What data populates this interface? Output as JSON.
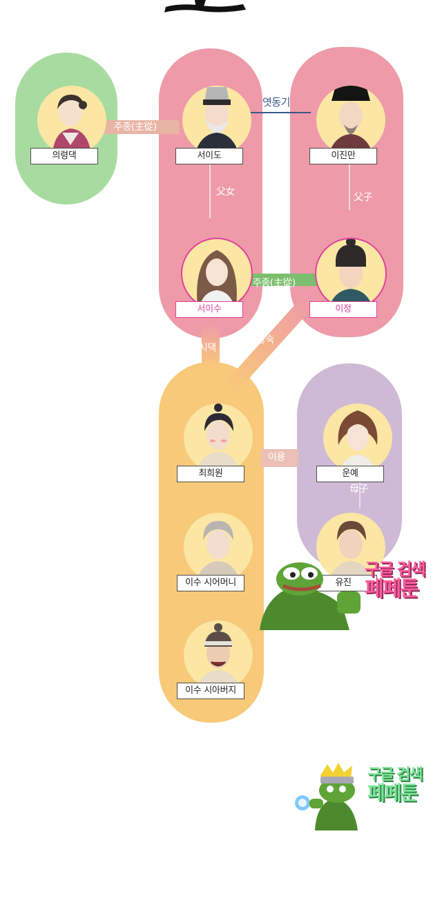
{
  "colors": {
    "green_group": "#a8dba0",
    "pink_group": "#ee9aa8",
    "orange_group": "#f8c978",
    "lavender_group": "#cfbad6",
    "portrait_bg": "#fbe6a4",
    "highlight": "#e0409a",
    "blue_link": "#3c5a88"
  },
  "characters": {
    "uiryeongdaek": "의령댁",
    "seoido": "서이도",
    "ijinman": "이진만",
    "seoisu": "서이수",
    "ijeong": "이정",
    "choehuiwon": "최희원",
    "unye": "운예",
    "isu_mother_in_law": "이수 시어머니",
    "yujin": "유진",
    "isu_father_in_law": "이수 시아버지"
  },
  "relations": {
    "master_servant_1": "주종(主從)",
    "old_friends": "엿동기",
    "father_daughter": "父女",
    "father_son": "父子",
    "master_servant_2": "주종(主從)",
    "marriage_family": "시댁",
    "rivalry": "앙숙",
    "usage": "이용",
    "mother_son": "母子"
  },
  "watermarks": {
    "sticker_1_line_1": "구글 검색",
    "sticker_1_line_2": "페페툰",
    "sticker_2_line_1": "구글 검색",
    "sticker_2_line_2": "페페툰"
  }
}
